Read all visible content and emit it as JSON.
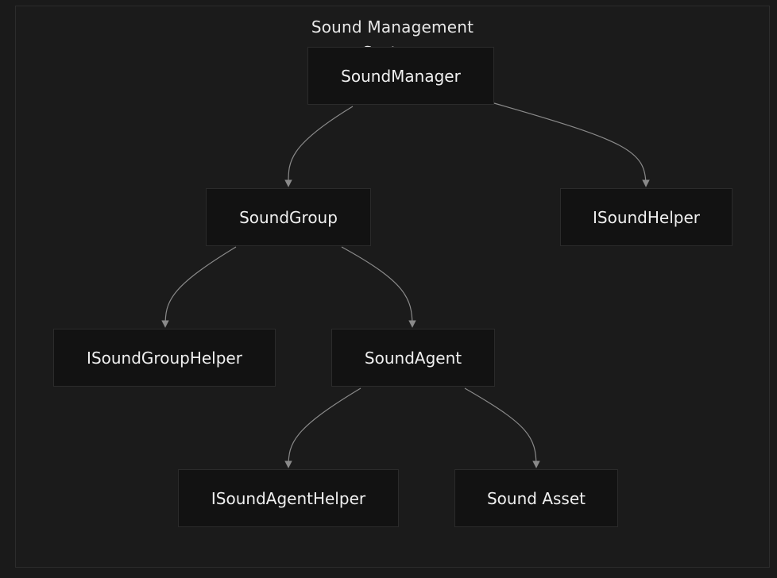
{
  "diagram": {
    "cluster_title": "Sound Management System",
    "nodes": {
      "sound_manager": "SoundManager",
      "sound_group": "SoundGroup",
      "isound_helper": "ISoundHelper",
      "isound_group_helper": "ISoundGroupHelper",
      "sound_agent": "SoundAgent",
      "isound_agent_helper": "ISoundAgentHelper",
      "sound_asset": "Sound Asset"
    },
    "edges": [
      {
        "from": "SoundManager",
        "to": "SoundGroup"
      },
      {
        "from": "SoundManager",
        "to": "ISoundHelper"
      },
      {
        "from": "SoundGroup",
        "to": "ISoundGroupHelper"
      },
      {
        "from": "SoundGroup",
        "to": "SoundAgent"
      },
      {
        "from": "SoundAgent",
        "to": "ISoundAgentHelper"
      },
      {
        "from": "SoundAgent",
        "to": "Sound Asset"
      }
    ],
    "colors": {
      "background": "#1a1a1a",
      "node_fill": "#121212",
      "node_border": "#2b2b2b",
      "edge": "#8a8a8a",
      "text": "#f0f0f0"
    }
  }
}
